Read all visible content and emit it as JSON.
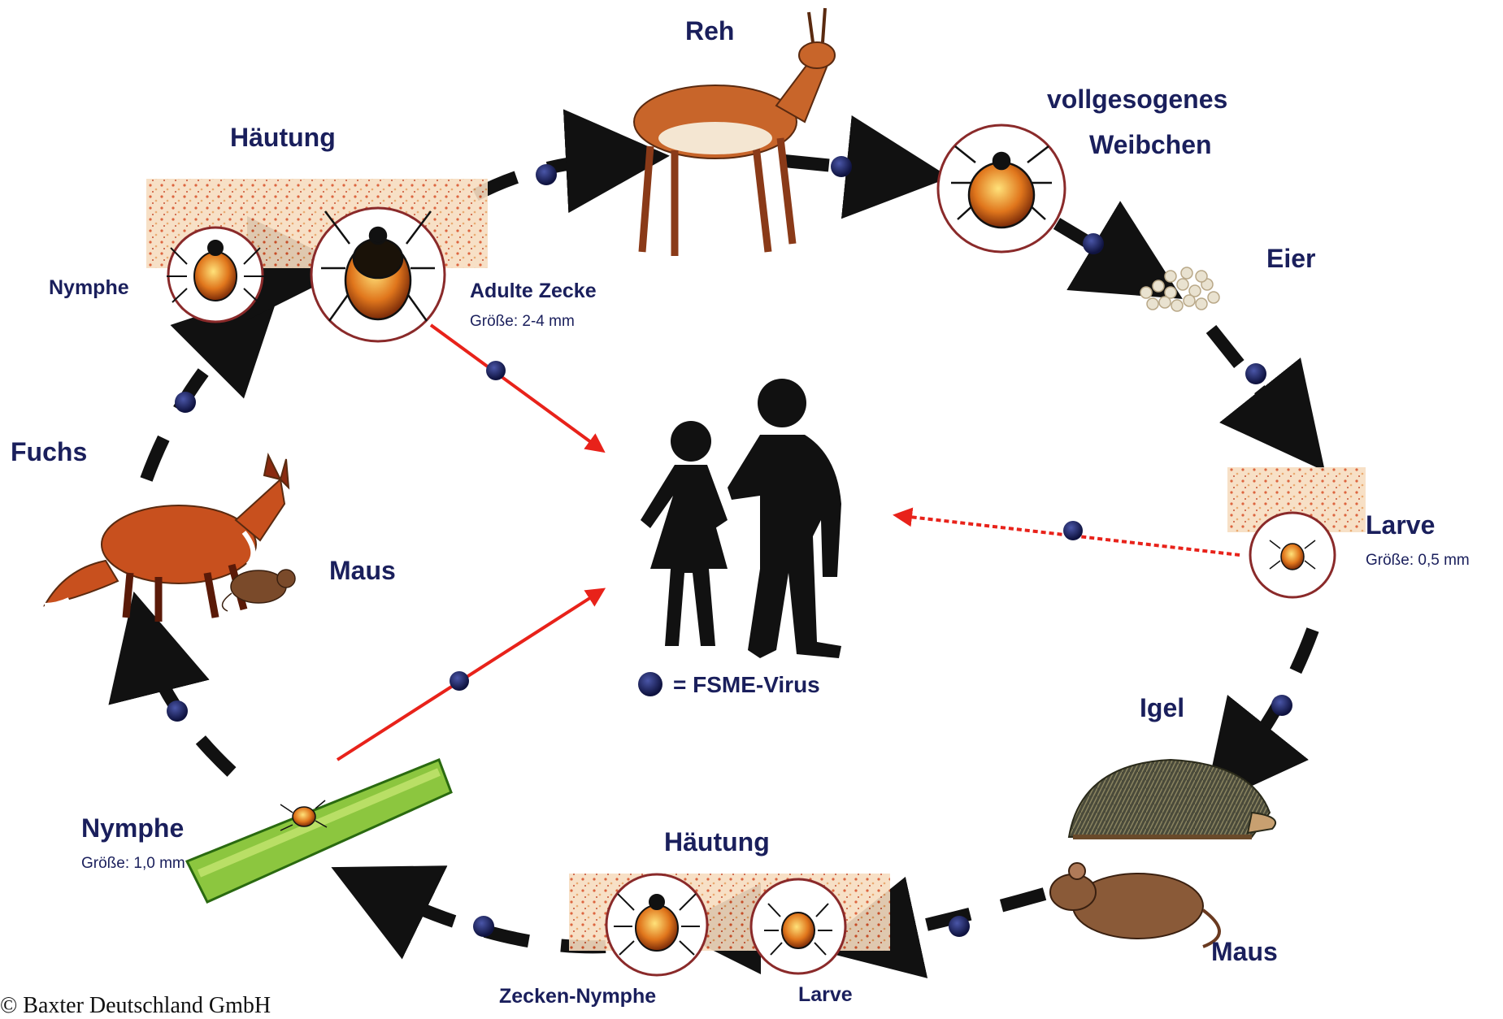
{
  "labels": {
    "reh": "Reh",
    "haeutung_top": "Häutung",
    "vollgesogenes_1": "vollgesogenes",
    "vollgesogenes_2": "Weibchen",
    "eier": "Eier",
    "nymphe_top": "Nymphe",
    "adulte_zecke": "Adulte Zecke",
    "adulte_groesse": "Größe: 2-4 mm",
    "fuchs": "Fuchs",
    "maus_left": "Maus",
    "larve": "Larve",
    "larve_groesse": "Größe: 0,5 mm",
    "igel": "Igel",
    "nymphe_left": "Nymphe",
    "nymphe_groesse": "Größe: 1,0 mm",
    "haeutung_bottom": "Häutung",
    "maus_right": "Maus",
    "zecken_nymphe": "Zecken-Nymphe",
    "larve_bottom": "Larve",
    "legend": "= FSME-Virus",
    "credit": "© Baxter Deutschland GmbH"
  },
  "colors": {
    "label": "#1a1f5c",
    "virus_dot": "#1a1f5c",
    "arrow": "#111111",
    "infection_arrow": "#e8221a",
    "soil": "#f0c9a0",
    "tick_body": "#e0761c",
    "grass": "#8cc63f"
  }
}
